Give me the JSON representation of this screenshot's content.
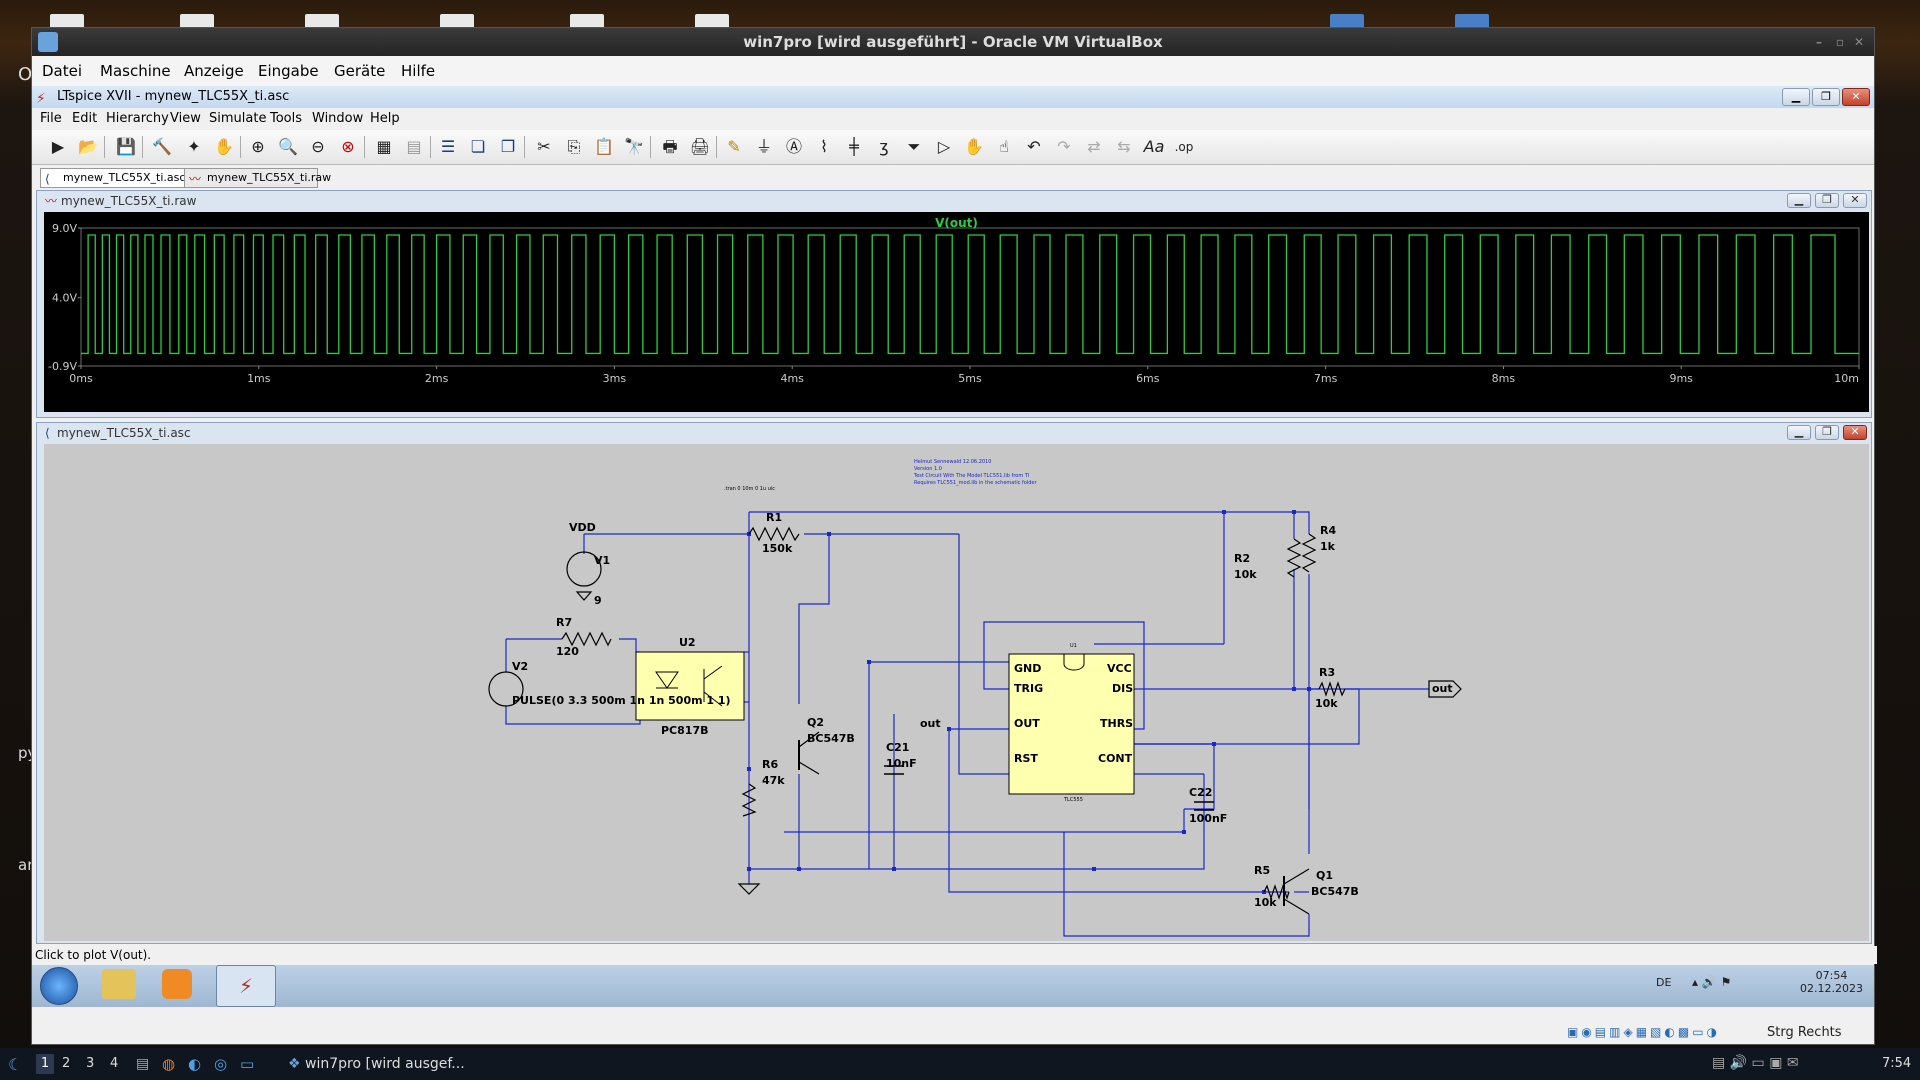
{
  "vbox": {
    "title": "win7pro [wird ausgeführt] - Oracle VM VirtualBox",
    "menu": [
      "Datei",
      "Maschine",
      "Anzeige",
      "Eingabe",
      "Geräte",
      "Hilfe"
    ]
  },
  "desktop": {
    "side_text": [
      "O",
      "py",
      "ar"
    ]
  },
  "ltspice": {
    "title": "LTspice XVII - mynew_TLC55X_ti.asc",
    "menu": [
      "File",
      "Edit",
      "Hierarchy",
      "View",
      "Simulate",
      "Tools",
      "Window",
      "Help"
    ],
    "tabs": [
      {
        "label": "mynew_TLC55X_ti.asc",
        "icon": "schematic-icon"
      },
      {
        "label": "mynew_TLC55X_ti.raw",
        "icon": "waveform-icon"
      }
    ],
    "plot": {
      "window_title": "mynew_TLC55X_ti.raw"
    },
    "schematic": {
      "window_title": "mynew_TLC55X_ti.asc",
      "notes": [
        "Helmut Sennewald 12.06.2010",
        "Version 1.0",
        "Test Circuit With The Model TLC551.lib from TI",
        "Requires TLC551_mod.lib in the schematic folder"
      ],
      "directive": ".tran 0 10m 0 1u uic",
      "labels": {
        "vdd": "VDD",
        "v1": "V1",
        "v1_val": "9",
        "v2": "V2",
        "v2_val": "PULSE(0 3.3 500m 1n 1n 500m 1 1)",
        "r7": "R7",
        "r7_val": "120",
        "u2": "U2",
        "u2_val": "PC817B",
        "r1": "R1",
        "r1_val": "150k",
        "q2": "Q2",
        "q2_val": "BC547B",
        "r6": "R6",
        "r6_val": "47k",
        "c21": "C21",
        "c21_val": "10nF",
        "u1": "U1",
        "u1_part": "TLC555",
        "pin_gnd": "GND",
        "pin_vcc": "VCC",
        "pin_trig": "TRIG",
        "pin_dis": "DIS",
        "pin_out": "OUT",
        "pin_thrs": "THRS",
        "pin_rst": "RST",
        "pin_cont": "CONT",
        "out_label": "out",
        "r2": "R2",
        "r2_val": "10k",
        "r3": "R3",
        "r3_val": "10k",
        "r4": "R4",
        "r4_val": "1k",
        "c22": "C22",
        "c22_val": "100nF",
        "r5": "R5",
        "r5_val": "10k",
        "q1": "Q1",
        "q1_val": "BC547B",
        "out_port": "out"
      }
    },
    "status": "Click to plot V(out)."
  },
  "chart_data": {
    "type": "line",
    "title": "V(out)",
    "xlabel": "",
    "ylabel": "",
    "x_ticks": [
      "0ms",
      "1ms",
      "2ms",
      "3ms",
      "4ms",
      "5ms",
      "6ms",
      "7ms",
      "8ms",
      "9ms",
      "10m"
    ],
    "y_ticks": [
      "9.0V",
      "4.0V",
      "-0.9V"
    ],
    "xlim": [
      0,
      10
    ],
    "ylim": [
      -0.9,
      9.0
    ],
    "x_unit": "ms",
    "series": [
      {
        "name": "V(out)",
        "color": "#2ecc40",
        "waveform": "square",
        "low": 0.0,
        "high": 8.5,
        "rising_edges_ms": [
          0.04,
          0.12,
          0.2,
          0.28,
          0.36,
          0.45,
          0.55,
          0.64,
          0.75,
          0.86,
          0.97,
          1.08,
          1.2,
          1.32,
          1.45,
          1.58,
          1.72,
          1.86,
          2.0,
          2.15,
          2.3,
          2.45,
          2.6,
          2.76,
          2.92,
          3.08,
          3.24,
          3.41,
          3.58,
          3.75,
          3.92,
          4.09,
          4.27,
          4.45,
          4.63,
          4.81,
          4.99,
          5.17,
          5.36,
          5.54,
          5.73,
          5.92,
          6.11,
          6.3,
          6.49,
          6.68,
          6.88,
          7.07,
          7.27,
          7.47,
          7.67,
          7.87,
          8.07,
          8.27,
          8.48,
          8.68,
          8.89,
          9.1,
          9.31,
          9.52,
          9.73
        ],
        "duty": 0.5
      }
    ],
    "grid": false,
    "background": "#000000"
  },
  "win7": {
    "lang": "DE",
    "time": "07:54",
    "date": "02.12.2023"
  },
  "vbox_status": {
    "host_key": "Strg Rechts"
  },
  "host": {
    "workspaces": [
      "1",
      "2",
      "3",
      "4"
    ],
    "task": "win7pro [wird ausgef...",
    "clock": "7:54"
  }
}
